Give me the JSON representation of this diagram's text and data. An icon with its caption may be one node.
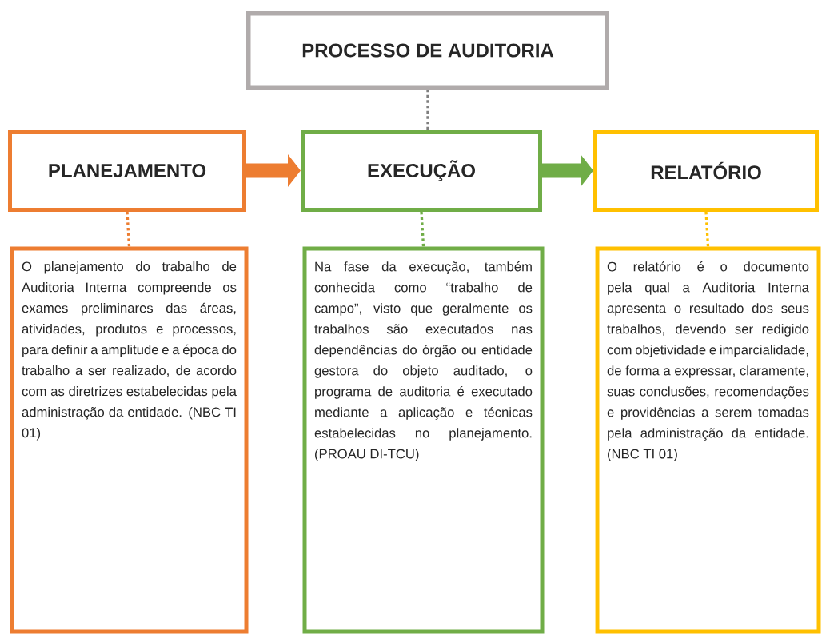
{
  "diagram": {
    "nodes": [
      {
        "text": [
          "PROCESSO DE AUDITORIA"
        ]
      },
      {
        "text": [
          "PLANEJAMENTO"
        ]
      },
      {
        "text": [
          "EXECUÇÃO"
        ]
      },
      {
        "text": [
          "RELATÓRIO"
        ]
      },
      {
        "text": [
          "O planejamento do trabalho de Auditoria Interna compreende os exames preliminares das áreas, atividades, produtos e processos, para definir a amplitude e a época do trabalho a ser realizado, de acordo com as diretrizes estabelecidas pela administração da entidade. (NBC TI 01)"
        ]
      },
      {
        "text": [
          "Na fase da execução, também conhecida como “trabalho de campo”, visto que geralmente os trabalhos são executados nas dependências do órgão ou entidade gestora do objeto auditado, o programa de auditoria é executado mediante a aplicação e técnicas estabelecidas no planejamento. (PROAU DI-TCU)"
        ]
      },
      {
        "text": [
          "O relatório é o documento pela qual a Auditoria Interna apresenta o resultado dos seus trabalhos, devendo ser redigido com objetividade e imparcialidade, de forma a expressar, claramente, suas conclusões, recomendações e providências a serem tomadas pela administração da entidade. (NBC TI 01)"
        ]
      }
    ],
    "edges": [
      {
        "from": 0,
        "to": 2,
        "arrow": "none",
        "style": "dashed",
        "color": "#7f7f7f"
      },
      {
        "from": 1,
        "to": 2,
        "arrow": "to",
        "style": "thick",
        "color": "#ed7d31"
      },
      {
        "from": 2,
        "to": 3,
        "arrow": "to",
        "style": "thick",
        "color": "#70ad47"
      },
      {
        "from": 1,
        "to": 4,
        "arrow": "none",
        "style": "dashed",
        "color": "#ed7d31"
      },
      {
        "from": 2,
        "to": 5,
        "arrow": "none",
        "style": "dashed",
        "color": "#70ad47"
      },
      {
        "from": 3,
        "to": 6,
        "arrow": "none",
        "style": "dashed",
        "color": "#ffc000"
      }
    ]
  }
}
